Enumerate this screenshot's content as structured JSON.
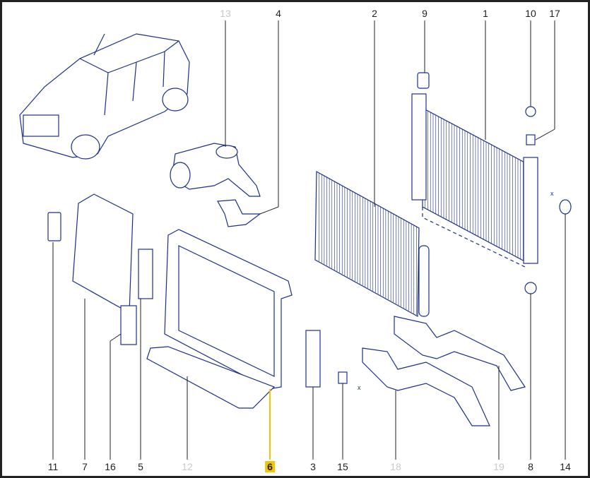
{
  "diagram": {
    "title": "Radiator and cooling assembly parts diagram",
    "highlight_color": "#f5c400",
    "line_color": "#1b2f8a",
    "top_labels": [
      {
        "num": "13",
        "greyed": true
      },
      {
        "num": "4",
        "greyed": false
      },
      {
        "num": "2",
        "greyed": false
      },
      {
        "num": "9",
        "greyed": false
      },
      {
        "num": "1",
        "greyed": false
      },
      {
        "num": "10",
        "greyed": false
      },
      {
        "num": "17",
        "greyed": false
      }
    ],
    "bottom_labels": [
      {
        "num": "11",
        "greyed": false
      },
      {
        "num": "7",
        "greyed": false
      },
      {
        "num": "16",
        "greyed": false
      },
      {
        "num": "5",
        "greyed": false
      },
      {
        "num": "12",
        "greyed": true
      },
      {
        "num": "6",
        "greyed": false,
        "highlighted": true
      },
      {
        "num": "3",
        "greyed": false
      },
      {
        "num": "15",
        "greyed": false
      },
      {
        "num": "18",
        "greyed": true
      },
      {
        "num": "19",
        "greyed": true
      },
      {
        "num": "8",
        "greyed": false
      },
      {
        "num": "14",
        "greyed": false
      }
    ],
    "axis_marks": [
      "x",
      "x"
    ]
  }
}
